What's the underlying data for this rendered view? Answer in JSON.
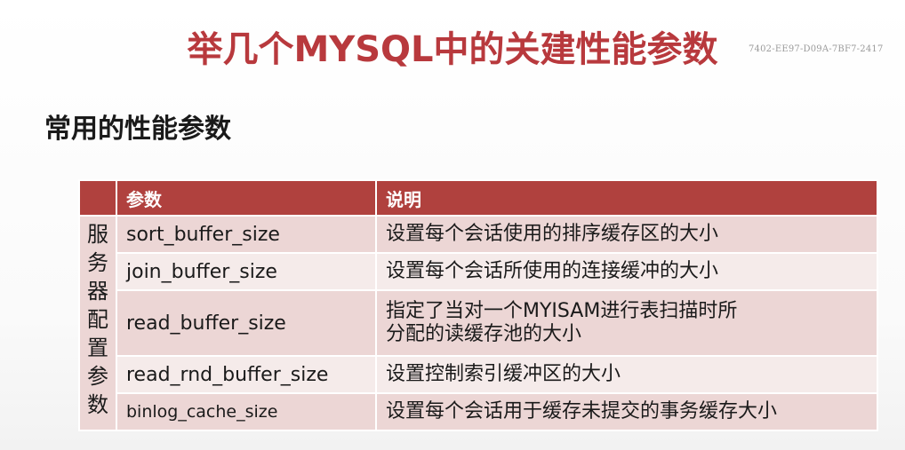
{
  "slide": {
    "title": "举几个MYSQL中的关建性能参数",
    "watermark": "7402-EE97-D09A-7BF7-2417"
  },
  "section": {
    "heading": "常用的性能参数"
  },
  "table": {
    "headers": [
      "",
      "参数",
      "说明"
    ],
    "group_label_chars": [
      "服",
      "务",
      "器",
      "配",
      "置",
      "参",
      "数"
    ],
    "rows": [
      {
        "param": "sort_buffer_size",
        "desc": "设置每个会话使用的排序缓存区的大小"
      },
      {
        "param": "join_buffer_size",
        "desc": "设置每个会话所使用的连接缓冲的大小"
      },
      {
        "param": "read_buffer_size",
        "desc_lines": [
          "指定了当对一个MYISAM进行表扫描时所",
          "分配的读缓存池的大小"
        ]
      },
      {
        "param": "read_rnd_buffer_size",
        "desc": "设置控制索引缓冲区的大小"
      },
      {
        "param": "binlog_cache_size",
        "desc": "设置每个会话用于缓存未提交的事务缓存大小"
      }
    ]
  },
  "colors": {
    "title": "#b8393d",
    "header_bg": "#b0413e",
    "row_dark": "#ecd6d5",
    "row_light": "#f5ebea"
  }
}
